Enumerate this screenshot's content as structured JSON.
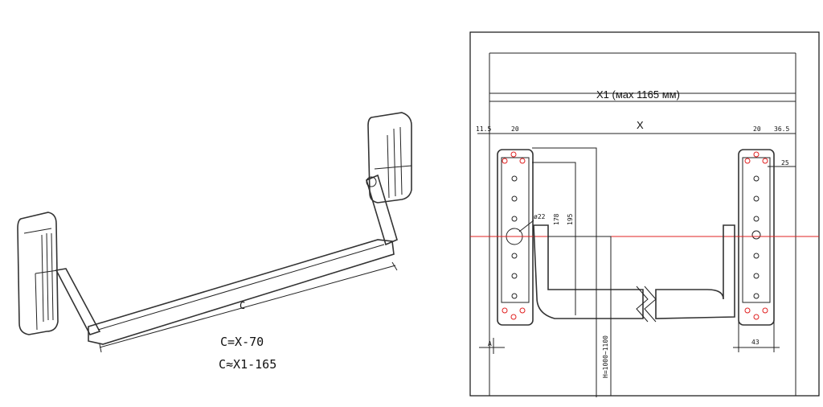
{
  "left_drawing": {
    "dimension_label": "C",
    "formula_1": "C=X-70",
    "formula_2": "C≈X1-165"
  },
  "right_drawing": {
    "x1_label": "X1 (мах 1165 мм)",
    "x_label": "X",
    "dim_11_5": "11.5",
    "dim_20_left": "20",
    "dim_20_right": "20",
    "dim_36_5": "36.5",
    "dim_25": "25",
    "dim_diameter": "ø22",
    "dim_178": "178",
    "dim_195": "195",
    "dim_height": "H=1000~1100",
    "dim_a": "A",
    "dim_43": "43"
  }
}
